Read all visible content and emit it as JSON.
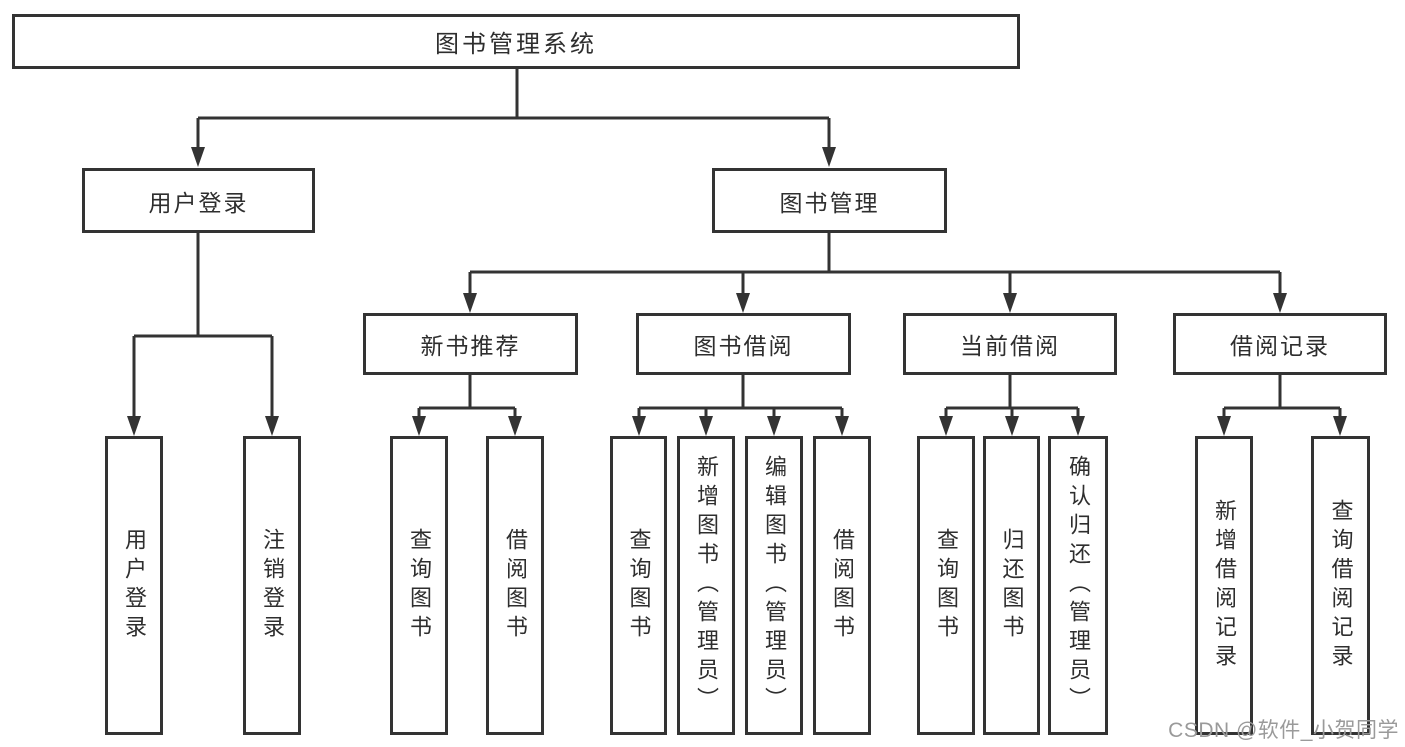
{
  "diagram": {
    "watermark": "CSDN @软件_小贺同学",
    "colors": {
      "line": "#333333",
      "text": "#2e2e2e",
      "watermark": "#9a9a9a",
      "background": "#ffffff"
    },
    "tree": {
      "root": {
        "label": "图书管理系统"
      },
      "branches": [
        {
          "label": "用户登录",
          "children": [
            {
              "label": "用户登录"
            },
            {
              "label": "注销登录"
            }
          ]
        },
        {
          "label": "图书管理",
          "children": [
            {
              "label": "新书推荐",
              "children": [
                {
                  "label": "查询图书"
                },
                {
                  "label": "借阅图书"
                }
              ]
            },
            {
              "label": "图书借阅",
              "children": [
                {
                  "label": "查询图书"
                },
                {
                  "label": "新增图书（管理员）"
                },
                {
                  "label": "编辑图书（管理员）"
                },
                {
                  "label": "借阅图书"
                }
              ]
            },
            {
              "label": "当前借阅",
              "children": [
                {
                  "label": "查询图书"
                },
                {
                  "label": "归还图书"
                },
                {
                  "label": "确认归还（管理员）"
                }
              ]
            },
            {
              "label": "借阅记录",
              "children": [
                {
                  "label": "新增借阅记录"
                },
                {
                  "label": "查询借阅记录"
                }
              ]
            }
          ]
        }
      ]
    }
  }
}
